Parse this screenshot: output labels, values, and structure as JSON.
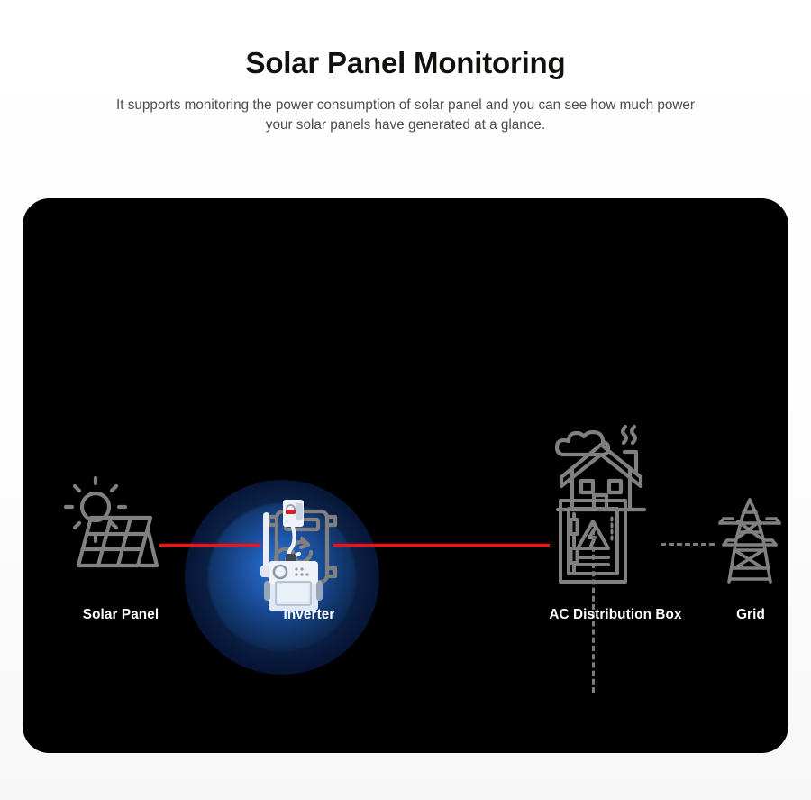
{
  "header": {
    "title": "Solar Panel Monitoring",
    "subtitle": "It supports monitoring the power consumption of solar panel and you can see how much power your solar panels have generated at a glance."
  },
  "diagram": {
    "background_color": "#000000",
    "page_background": "#fdfdfd",
    "power_line_color": "#e8161b",
    "icon_color": "#808080",
    "dashed_line_color": "#7b7b7b",
    "glow_color": "#1d5bb8",
    "label_color": "#ffffff",
    "nodes": [
      {
        "id": "solar-panel",
        "label": "Solar Panel",
        "icon": "solar-panel-icon"
      },
      {
        "id": "inverter",
        "label": "Inverter",
        "icon": "inverter-icon"
      },
      {
        "id": "monitor-device",
        "label": "",
        "icon": "power-monitor-device-icon"
      },
      {
        "id": "ac-distribution",
        "label": "AC Distribution Box",
        "icon": "ac-distribution-box-icon"
      },
      {
        "id": "grid",
        "label": "Grid",
        "icon": "power-grid-tower-icon"
      },
      {
        "id": "house",
        "label": "",
        "icon": "house-icon"
      }
    ],
    "connections": [
      {
        "from": "solar-panel",
        "to": "inverter",
        "style": "solid",
        "color": "#e8161b"
      },
      {
        "from": "inverter",
        "to": "ac-distribution",
        "style": "solid",
        "color": "#e8161b"
      },
      {
        "from": "ac-distribution",
        "to": "grid",
        "style": "dashed",
        "color": "#7b7b7b"
      },
      {
        "from": "ac-distribution",
        "to": "house",
        "style": "dashed",
        "color": "#7b7b7b"
      }
    ]
  }
}
